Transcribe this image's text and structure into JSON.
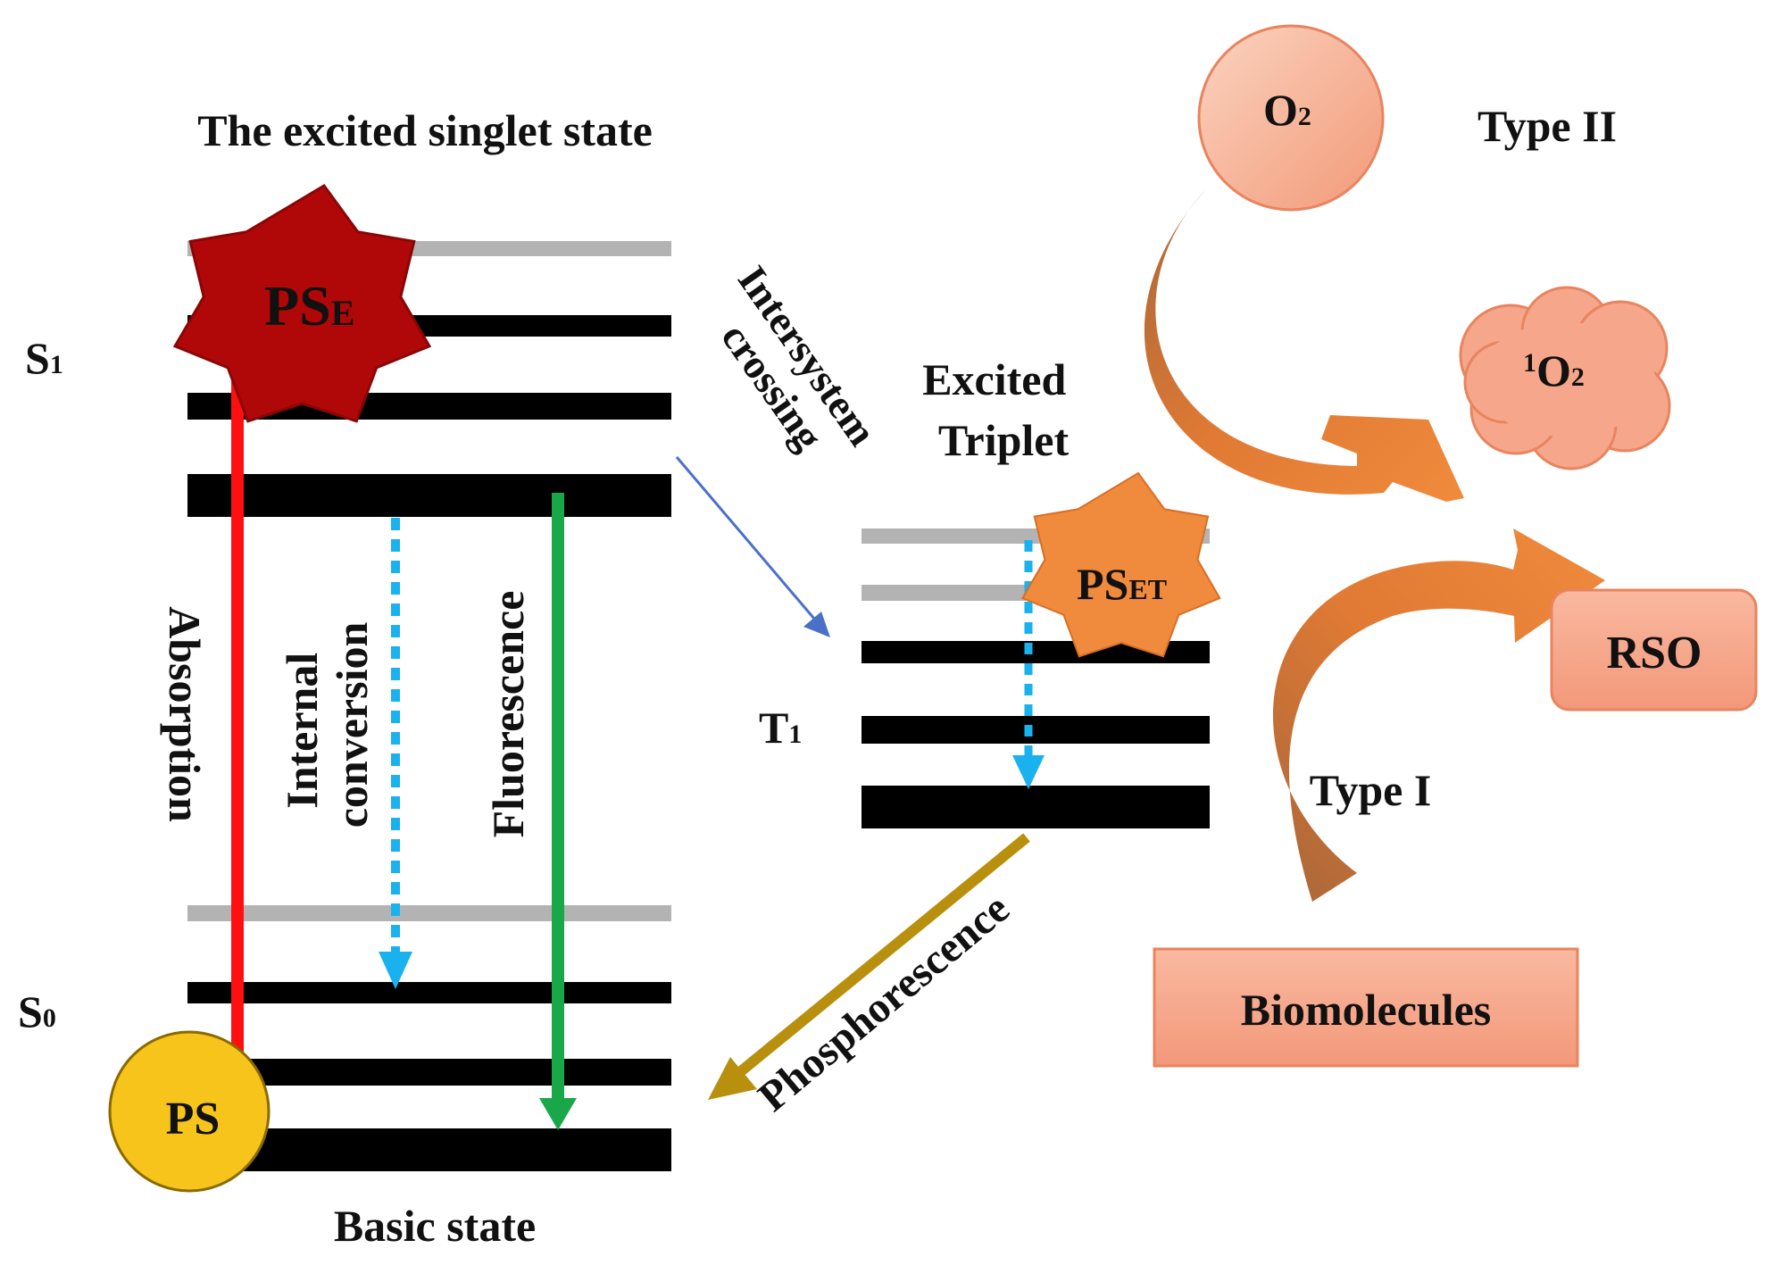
{
  "title_singlet": "The excited singlet state",
  "level_labels": {
    "s1_main": "S",
    "s1_sub": "1",
    "s0_main": "S",
    "s0_sub": "0",
    "t1_main": "T",
    "t1_sub": "1"
  },
  "excited_triplet": [
    "Excited",
    "Triplet"
  ],
  "intersystem": [
    "Intersystem",
    "crossing"
  ],
  "processes": {
    "absorption": "Absorption",
    "internal_conversion": [
      "Internal",
      "conversion"
    ],
    "fluorescence": "Fluorescence",
    "phosphorescence": "Phosphorescence"
  },
  "basic_state": "Basic state",
  "molecules": {
    "ps": "PS",
    "pse_main": "PS",
    "pse_sub": "E",
    "pset_main": "PS",
    "pset_sub": "ET",
    "o2_main": "O",
    "o2_sub": "2",
    "singlet_o2_sup": "1",
    "singlet_o2_main": "O",
    "singlet_o2_sub": "2"
  },
  "types": {
    "type2": "Type II",
    "type1": "Type I"
  },
  "boxes": {
    "rso": "RSO",
    "biomolecules": "Biomolecules"
  },
  "colors": {
    "absorption": "#ff1010",
    "internal_conversion": "#1ab2ee",
    "fluorescence": "#18a84a",
    "phosphorescence": "#b8900e",
    "intersystem": "#4a70c8",
    "pse_star": "#b00808",
    "pset_star": "#f08a3c",
    "ps_circle": "#f6c41a",
    "salmon": "#f6a68a",
    "orange_arrow": "#e87a30"
  }
}
